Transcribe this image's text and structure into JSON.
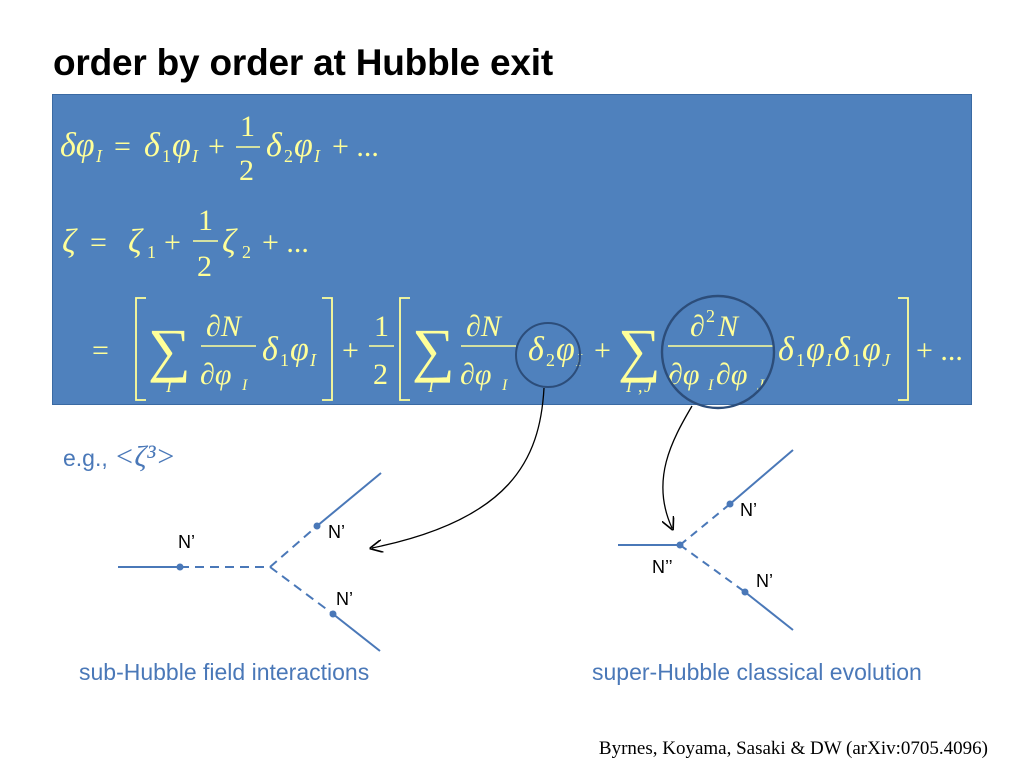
{
  "title": "order by order at Hubble exit",
  "eg_prefix": "e.g.,",
  "eg_math": "<ζ³>",
  "labels": {
    "n_prime": "N’",
    "n_double_prime": "N’’"
  },
  "captions": {
    "left": "sub-Hubble field interactions",
    "right": "super-Hubble classical evolution"
  },
  "reference": "Byrnes, Koyama, Sasaki & DW (arXiv:0705.4096)",
  "colors": {
    "box": "#4f81bd",
    "equation": "#ffff99",
    "caption": "#4a78b8",
    "diagram_line": "#4a78b8"
  }
}
